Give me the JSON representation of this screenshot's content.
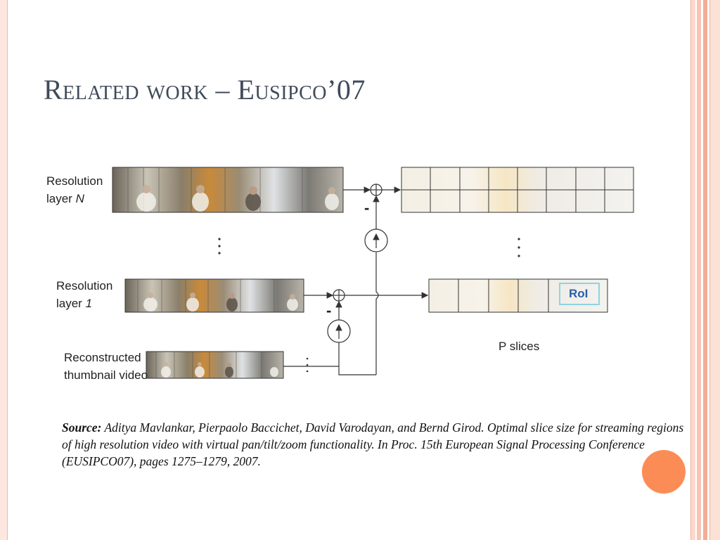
{
  "slide": {
    "title": "Related work – Eusipco’07"
  },
  "diagram": {
    "labels": {
      "layer_n_line1": "Resolution",
      "layer_n_line2_prefix": "layer ",
      "layer_n_line2_var": "N",
      "layer_1_line1": "Resolution",
      "layer_1_line2_prefix": "layer ",
      "layer_1_line2_var": "1",
      "thumb_line1": "Reconstructed",
      "thumb_line2": "thumbnail video",
      "p_slices": "P slices",
      "roi": "RoI",
      "minus": "-"
    },
    "colors": {
      "roi_box": "#8fd3e0",
      "roi_text": "#2a5fa8",
      "line": "#333333"
    }
  },
  "source": {
    "label": "Source:",
    "text": " Aditya Mavlankar, Pierpaolo Baccichet, David Varodayan, and Bernd Girod. Optimal slice size for streaming regions of high resolution video with virtual pan/tilt/zoom functionality. In Proc. 15th European Signal Processing Conference (EUSIPCO07), pages 1275–1279, 2007."
  },
  "colors": {
    "title": "#3f4a5a",
    "accent_dot": "#fc8c55"
  }
}
